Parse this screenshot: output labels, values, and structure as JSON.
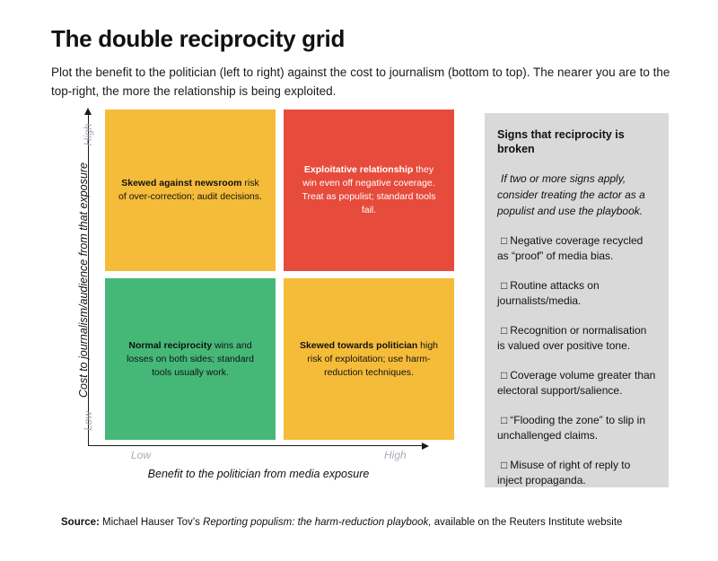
{
  "header": {
    "title": "The double reciprocity grid",
    "subtitle": "Plot the benefit to the politician (left to right) against the cost to journalism (bottom to top). The nearer you are to the top-right, the more the relationship is being exploited."
  },
  "colors": {
    "yellow": "#F5BC39",
    "red": "#E64B3C",
    "green": "#45B878",
    "panel_background": "#D9D9D9",
    "axis_label_gray": "#a8adb5"
  },
  "chart_data": {
    "type": "table",
    "title": "The double reciprocity grid",
    "xlabel": "Benefit to the politician from media exposure",
    "ylabel": "Cost to journalism/audience from that exposure",
    "x_ticks": [
      "Low",
      "High"
    ],
    "y_ticks": [
      "Low",
      "High"
    ],
    "grid": false,
    "legend": "none",
    "quadrants": [
      {
        "position": "top-left",
        "x": "Low",
        "y": "High",
        "color": "#F5BC39",
        "heading": "Skewed against newsroom",
        "body": "risk of over-correction; audit decisions."
      },
      {
        "position": "top-right",
        "x": "High",
        "y": "High",
        "color": "#E64B3C",
        "heading": "Exploitative relationship",
        "body": "they win even off negative coverage. Treat as populist; standard tools fail."
      },
      {
        "position": "bottom-left",
        "x": "Low",
        "y": "Low",
        "color": "#45B878",
        "heading": "Normal reciprocity",
        "body": "wins and losses on both sides; standard tools usually work."
      },
      {
        "position": "bottom-right",
        "x": "High",
        "y": "Low",
        "color": "#F5BC39",
        "heading": "Skewed towards politician",
        "body": "high risk of exploitation; use harm-reduction techniques."
      }
    ]
  },
  "axes": {
    "y_title": "Cost to journalism/audience from that exposure",
    "y_high": "High",
    "y_low": "Low",
    "x_title": "Benefit to the politician from media exposure",
    "x_high": "High",
    "x_low": "Low"
  },
  "panel": {
    "heading": "Signs that reciprocity is broken",
    "note": "If two or more signs apply, consider treating the actor as a populist and use the playbook.",
    "checkbox_glyph": "□",
    "items": [
      "Negative coverage recycled as “proof” of media bias.",
      "Routine attacks on journalists/media.",
      "Recognition or normalisation is valued over positive tone.",
      "Coverage volume greater than electoral support/salience.",
      "“Flooding the zone” to slip in unchallenged claims.",
      "Misuse of right of reply to inject propaganda."
    ]
  },
  "footer": {
    "source_label": "Source:",
    "source_text_before": "Michael Hauser Tov’s",
    "source_title": "Reporting populism: the harm-reduction playbook,",
    "source_text_after": "available on the Reuters Institute website"
  }
}
